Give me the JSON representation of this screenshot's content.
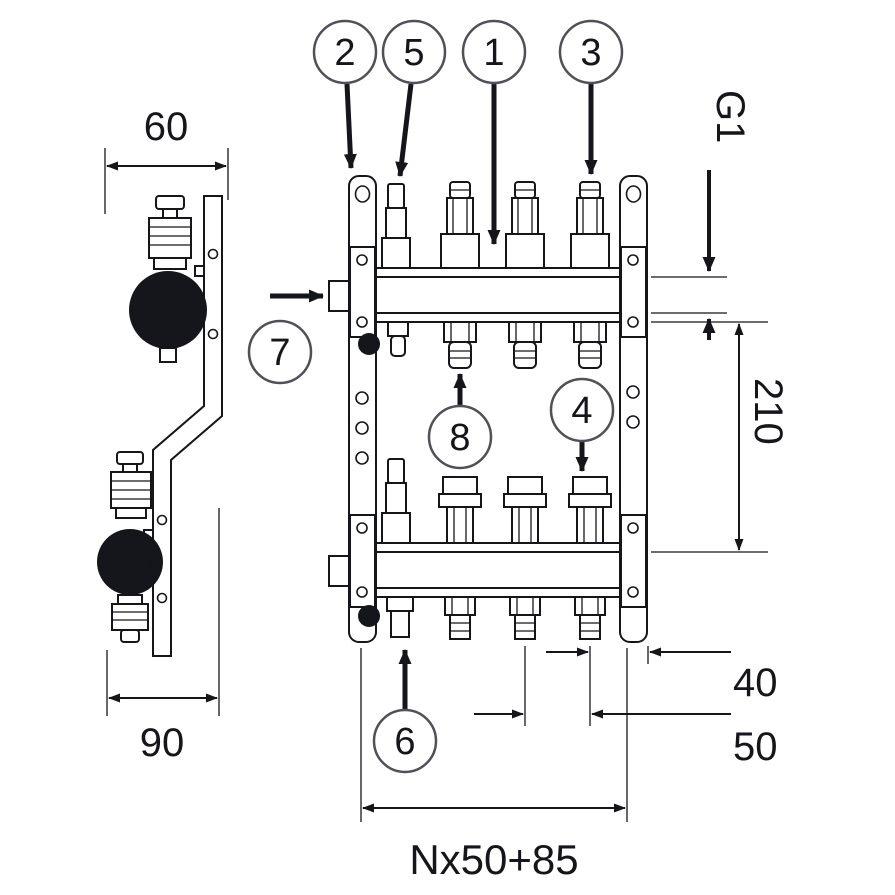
{
  "drawing": {
    "callouts": {
      "c1": "1",
      "c2": "2",
      "c3": "3",
      "c4": "4",
      "c5": "5",
      "c6": "6",
      "c7": "7",
      "c8": "8"
    },
    "dimensions": {
      "side_top_width": "60",
      "side_bottom_width": "90",
      "thread_size": "G1",
      "manifold_spacing": "210",
      "end_offset": "40",
      "port_spacing": "50",
      "total_length": "Nx50+85"
    },
    "colors": {
      "line": "#15151c",
      "background": "#ffffff",
      "callout_stroke": "#50505a"
    }
  }
}
